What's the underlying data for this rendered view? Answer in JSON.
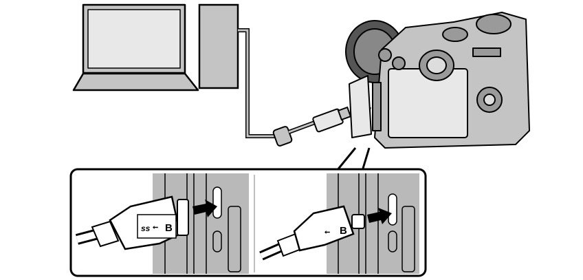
{
  "diagram": {
    "left_plug": {
      "ss_mark": "ss",
      "type_letter": "B"
    },
    "right_plug": {
      "type_letter": "B"
    },
    "colors": {
      "outline": "#000000",
      "device_gray": "#c4c4c4",
      "screen": "#e8e8e8",
      "port_gray": "#b9b9b9"
    }
  }
}
